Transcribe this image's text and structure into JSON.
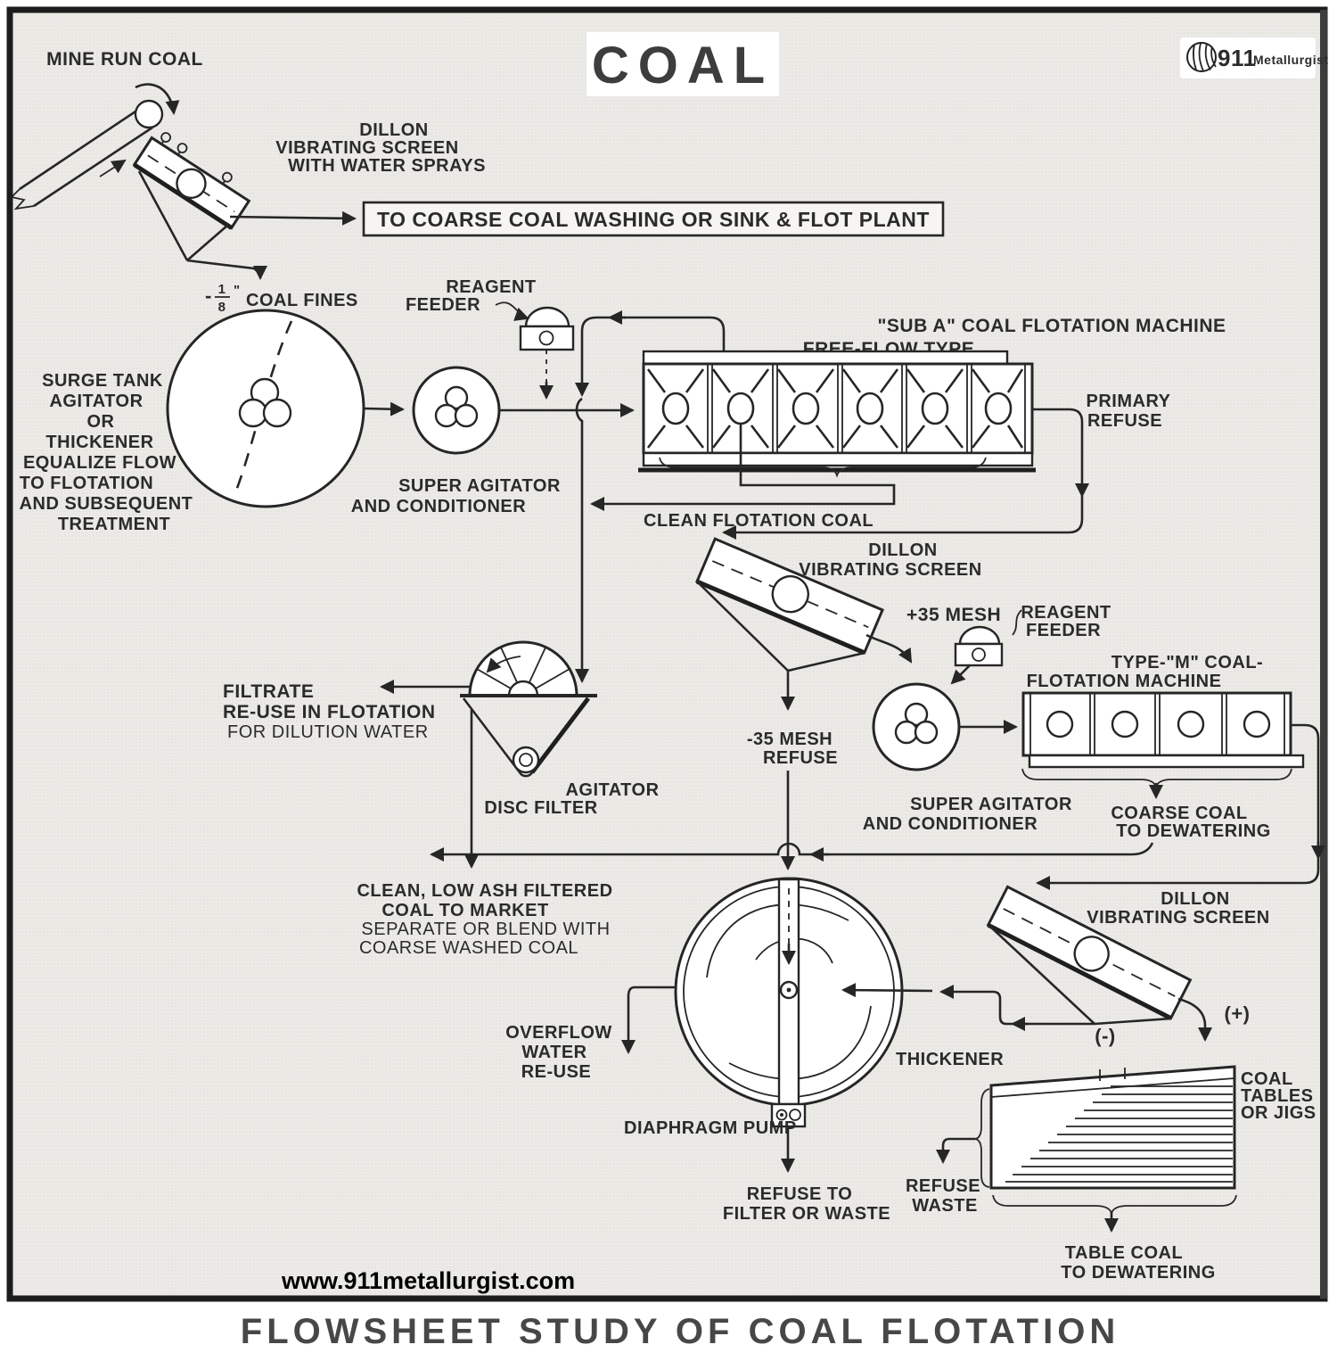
{
  "title": "COAL",
  "logo": {
    "number": "911",
    "name": "Metallurgist"
  },
  "watermark": "www.911metallurgist.com",
  "caption": "FLOWSHEET STUDY OF COAL FLOTATION",
  "colors": {
    "ink": "#262626",
    "paper": "#ebeae6",
    "title_gray": "#3d3d3d"
  },
  "labels": {
    "mine_run_coal": "MINE RUN COAL",
    "screen1": [
      "DILLON",
      "VIBRATING SCREEN",
      "WITH WATER SPRAYS"
    ],
    "coarse_box": "TO COARSE COAL WASHING OR SINK & FLOT PLANT",
    "coal_fines": {
      "minus": "-",
      "num": "1",
      "den": "8",
      "unit": "\"",
      "rest": "COAL FINES"
    },
    "reagent_feeder1": [
      "REAGENT",
      "FEEDER"
    ],
    "surge_tank": [
      "SURGE TANK",
      "AGITATOR",
      "OR",
      "THICKENER",
      "EQUALIZE FLOW",
      "TO FLOTATION",
      "AND SUBSEQUENT",
      "TREATMENT"
    ],
    "super_agitator1": [
      "SUPER AGITATOR",
      "AND CONDITIONER"
    ],
    "subA": [
      "\"SUB A\" COAL FLOTATION MACHINE",
      "FREE-FLOW TYPE"
    ],
    "primary_refuse": [
      "PRIMARY",
      "REFUSE"
    ],
    "clean_flotation_coal": "CLEAN FLOTATION COAL",
    "screen2": [
      "DILLON",
      "VIBRATING SCREEN"
    ],
    "plus35": "+35 MESH",
    "reagent_feeder2": [
      "REAGENT",
      "FEEDER"
    ],
    "typeM": [
      "TYPE-\"M\" COAL-",
      "FLOTATION MACHINE"
    ],
    "minus35": [
      "-35 MESH",
      "REFUSE"
    ],
    "super_agitator2": [
      "SUPER AGITATOR",
      "AND CONDITIONER"
    ],
    "coarse_dewater": [
      "COARSE COAL",
      "TO DEWATERING"
    ],
    "filtrate": [
      "FILTRATE",
      "RE-USE IN FLOTATION",
      "FOR DILUTION WATER"
    ],
    "disc_filter": [
      "AGITATOR",
      "DISC FILTER"
    ],
    "clean_low_ash": [
      "CLEAN, LOW ASH FILTERED",
      "COAL TO MARKET",
      "SEPARATE OR BLEND WITH",
      "COARSE WASHED COAL"
    ],
    "screen3": [
      "DILLON",
      "VIBRATING SCREEN"
    ],
    "plus_sign": "(+)",
    "minus_sign": "(-)",
    "overflow": [
      "OVERFLOW",
      "WATER",
      "RE-USE"
    ],
    "thickener": "THICKENER",
    "diaphragm_pump": "DIAPHRAGM PUMP",
    "refuse_filter": [
      "REFUSE TO",
      "FILTER OR WASTE"
    ],
    "coal_tables": [
      "COAL",
      "TABLES",
      "OR JIGS"
    ],
    "refuse_waste": [
      "REFUSE",
      "WASTE"
    ],
    "table_coal": [
      "TABLE COAL",
      "TO DEWATERING"
    ]
  }
}
